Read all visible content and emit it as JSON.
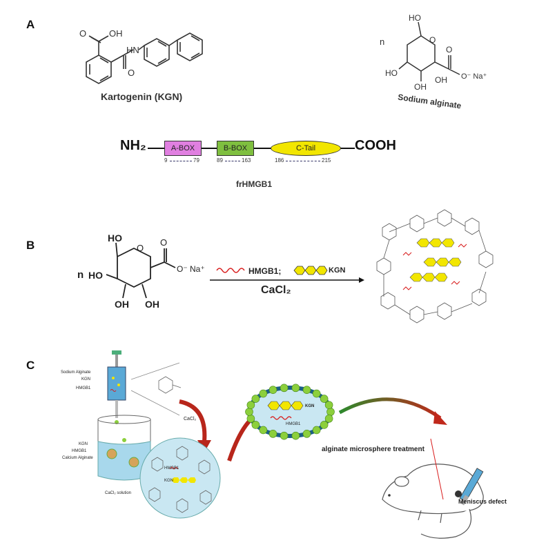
{
  "panels": {
    "a": "A",
    "b": "B",
    "c": "C"
  },
  "panel_a": {
    "kgn": {
      "name": "Kartogenin (KGN)",
      "cooh": "OH",
      "amide": "HN",
      "o1": "O",
      "o2": "O"
    },
    "alginate": {
      "name": "Sodium alginate",
      "n": "n",
      "ho": "HO",
      "oh1": "OH",
      "oh2": "OH",
      "ho2": "HO",
      "carboxylate": "O⁻ Na⁺",
      "o": "O"
    },
    "protein": {
      "name": "frHMGB1",
      "nterm": "NH₂",
      "cterm": "COOH",
      "domains": [
        {
          "label": "A-BOX",
          "start": "9",
          "end": "79",
          "color": "#e07fe0"
        },
        {
          "label": "B-BOX",
          "start": "89",
          "end": "163",
          "color": "#7fbf3f"
        },
        {
          "label": "C-Tail",
          "start": "186",
          "end": "215",
          "color": "#f2e600"
        }
      ]
    }
  },
  "panel_b": {
    "n": "n",
    "ho_top": "HO",
    "ho_left": "HO",
    "oh_bottom1": "OH",
    "oh_bottom2": "OH",
    "ring_o": "O",
    "carbonyl_o": "O",
    "carboxylate": "O⁻ Na⁺",
    "reagent1": "HMGB1;",
    "reagent2": "KGN",
    "reagent3": "CaCl₂"
  },
  "panel_c": {
    "syringe_labels": [
      "Sodium Alginate",
      "KGN",
      "HMGB1"
    ],
    "beaker_labels": [
      "KGN",
      "HMGB1",
      "Calcium Alginate"
    ],
    "cacl2_arrow": "CaCl₂",
    "cacl2_solution": "CaCl₂ solution",
    "zoom_labels": {
      "hmgb1": "HMGB1",
      "kgn": "KGN"
    },
    "microsphere_labels": {
      "kgn": "KGN",
      "hmgb1": "HMGB1"
    },
    "treatment": "alginate microsphere treatment",
    "defect": "Meniscus defect"
  },
  "colors": {
    "pink": "#e07fe0",
    "green": "#7fbf3f",
    "yellow": "#f2e600",
    "red": "#d81b1b",
    "bead": "#8ccf3c",
    "sphere": "#c9e7f2"
  }
}
